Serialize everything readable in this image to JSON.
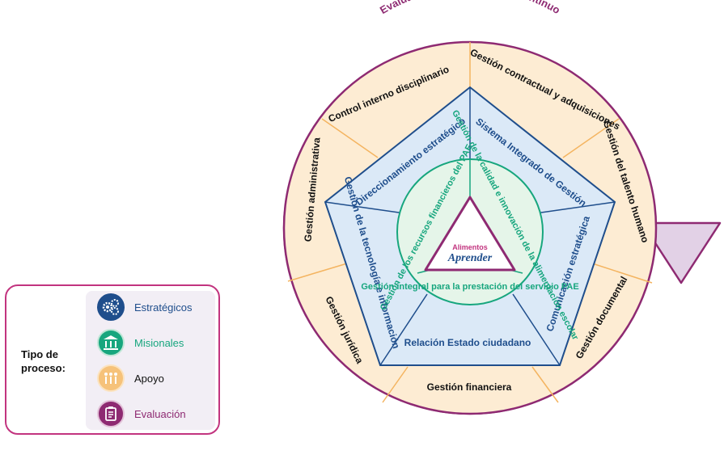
{
  "outer_ring_label": "Evaluación y mejoramiento continuo",
  "support_processes": [
    "Control interno disciplinario",
    "Gestión contractual y adquisiciones",
    "Gestión del talento humano",
    "Gestión documental",
    "Gestión financiera",
    "Gestión jurídica",
    "Gestión administrativa"
  ],
  "strategic_processes": [
    "Direccionamiento estratégico",
    "Sistema Integrado de Gestión",
    "Comunicación estratégica",
    "Relación Estado ciudadano",
    "Gestión de la tecnología e información"
  ],
  "missional_processes": [
    "Gestión de los recursos financieros del PAE",
    "Gestión de la calidad e innovación de la alimentación escolar",
    "Gestión integral para la prestación del servicio PAE"
  ],
  "logo": {
    "line1": "Alimentos",
    "line2": "Aprender"
  },
  "legend": {
    "title": "Tipo de proceso:",
    "items": [
      {
        "label": "Estratégicos",
        "icon": "gears-icon",
        "color": "#1f4e8c"
      },
      {
        "label": "Misionales",
        "icon": "institution-icon",
        "color": "#17a67e"
      },
      {
        "label": "Apoyo",
        "icon": "people-icon",
        "color": "#111111"
      },
      {
        "label": "Evaluación",
        "icon": "clipboard-icon",
        "color": "#8e2a72"
      }
    ]
  },
  "colors": {
    "evaluation": "#8e2a72",
    "evaluation_fill": "#e2d1e6",
    "support_fill": "#fdecd3",
    "divider": "#f4b460",
    "strategic_fill": "#dbe9f7",
    "strategic_line": "#1f4e8c",
    "missional_fill": "#e5f5e9",
    "missional_line": "#17a67e",
    "legend_border": "#c2347f"
  }
}
